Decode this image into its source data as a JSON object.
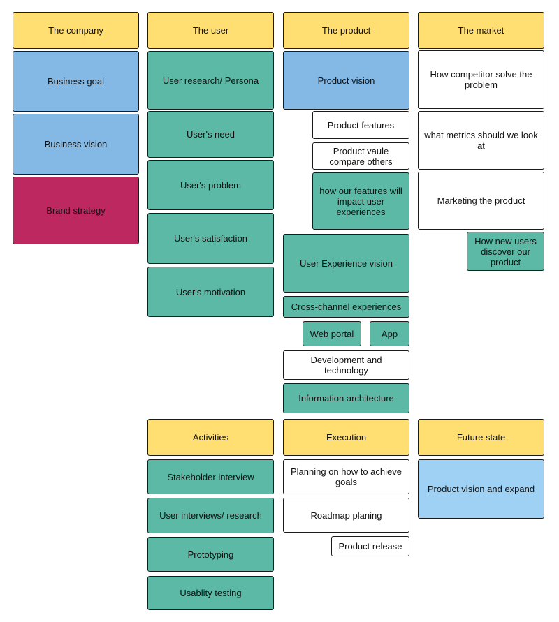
{
  "colors": {
    "header": "#ffdf71",
    "blue": "#83b9e4",
    "light_blue": "#9ed1f3",
    "teal": "#5bb9a5",
    "white": "#ffffff",
    "magenta": "#bd2860"
  },
  "company": {
    "header": "The company",
    "business_goal": "Business goal",
    "business_vision": "Business vision",
    "brand_strategy": "Brand strategy"
  },
  "user": {
    "header": "The user",
    "research": "User research/ Persona",
    "need": "User's need",
    "problem": "User's problem",
    "satisfaction": "User's satisfaction",
    "motivation": "User's motivation"
  },
  "product": {
    "header": "The product",
    "vision": "Product vision",
    "features": "Product features",
    "compare": "Product vaule compare others",
    "impact": "how our features will impact user experiences",
    "ux_vision": "User Experience vision",
    "cross_channel": "Cross-channel experiences",
    "web_portal": "Web portal",
    "app": "App",
    "dev_tech": "Development and technology",
    "info_arch": "Information architecture"
  },
  "market": {
    "header": "The market",
    "competitor": "How competitor solve the problem",
    "metrics": "what metrics should we look at",
    "marketing": "Marketing the product",
    "discover": "How new users discover our product"
  },
  "activities": {
    "header": "Activities",
    "stakeholder": "Stakeholder interview",
    "interviews": "User interviews/ research",
    "prototyping": "Prototyping",
    "usability": "Usablity testing"
  },
  "execution": {
    "header": "Execution",
    "planning": "Planning on how to achieve goals",
    "roadmap": "Roadmap planing",
    "release": "Product release"
  },
  "future": {
    "header": "Future state",
    "expand": "Product vision and expand"
  }
}
